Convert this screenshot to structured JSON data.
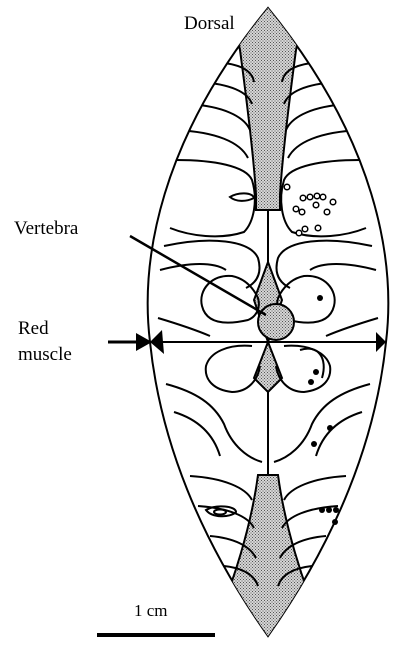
{
  "figure": {
    "labels": {
      "dorsal": "Dorsal",
      "vertebra": "Vertebra",
      "red_muscle_line1": "Red",
      "red_muscle_line2": "muscle"
    },
    "scale_bar": {
      "label": "1 cm"
    },
    "colors": {
      "outline": "#000000",
      "background": "#ffffff",
      "stipple": "#9a9a9a"
    }
  }
}
